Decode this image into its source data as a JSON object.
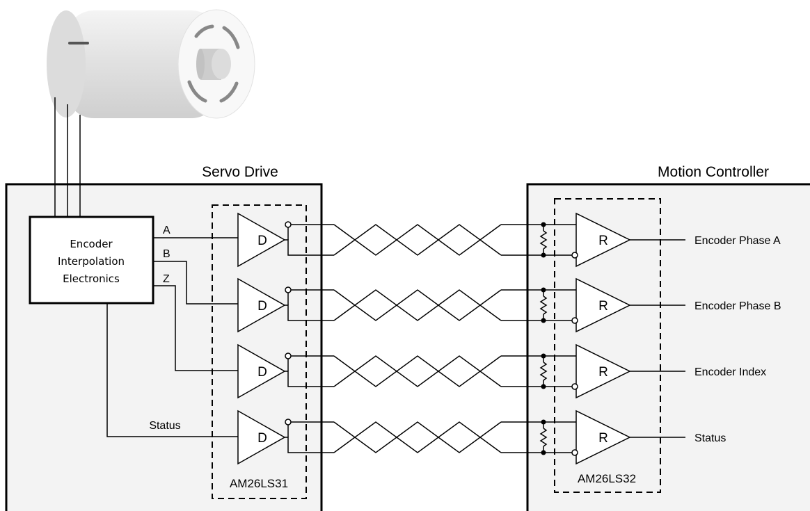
{
  "servo_drive": {
    "title": "Servo Drive",
    "encoder_block": {
      "line1": "Encoder",
      "line2": "Interpolation",
      "line3": "Electronics"
    },
    "driver_chip": "AM26LS31",
    "driver_gate_label": "D",
    "channels": [
      {
        "signal": "A"
      },
      {
        "signal": "B"
      },
      {
        "signal": "Z"
      },
      {
        "signal": "Status"
      }
    ]
  },
  "motion_controller": {
    "title": "Motion Controller",
    "receiver_chip": "AM26LS32",
    "receiver_gate_label": "R",
    "outputs": [
      {
        "label": "Encoder Phase A"
      },
      {
        "label": "Encoder Phase B"
      },
      {
        "label": "Encoder Index"
      },
      {
        "label": "Status"
      }
    ]
  },
  "colors": {
    "box_fill": "#f3f3f3",
    "motor_body": "#e6e6e6",
    "motor_face": "#f7f7f7"
  },
  "icons": [
    "motor-icon",
    "driver-gate-icon",
    "receiver-gate-icon",
    "resistor-icon"
  ]
}
